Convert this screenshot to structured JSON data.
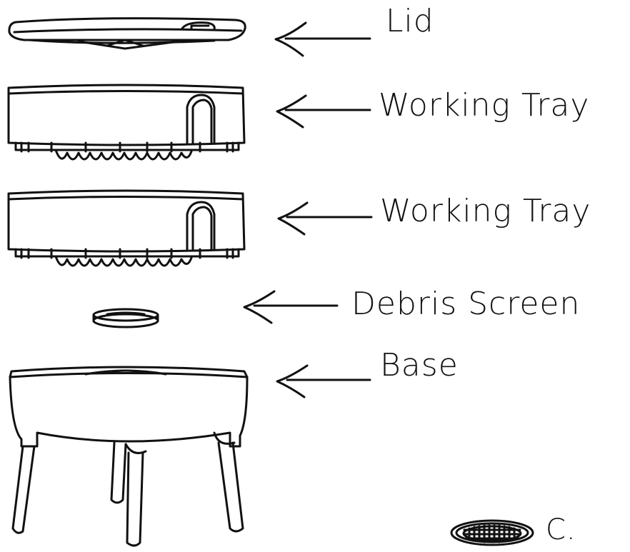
{
  "labels": {
    "lid": "Lid",
    "working_tray_1": "Working Tray",
    "working_tray_2": "Working Tray",
    "debris_screen": "Debris Screen",
    "base": "Base",
    "c": "C."
  },
  "icons": {
    "lid": "lid-drawing",
    "tray": "working-tray-drawing",
    "screen": "debris-screen-drawing",
    "base": "base-drawing",
    "small_screen": "small-screen-drawing",
    "arrow": "left-arrow"
  },
  "colors": {
    "ink": "#111111",
    "paper": "#ffffff"
  }
}
